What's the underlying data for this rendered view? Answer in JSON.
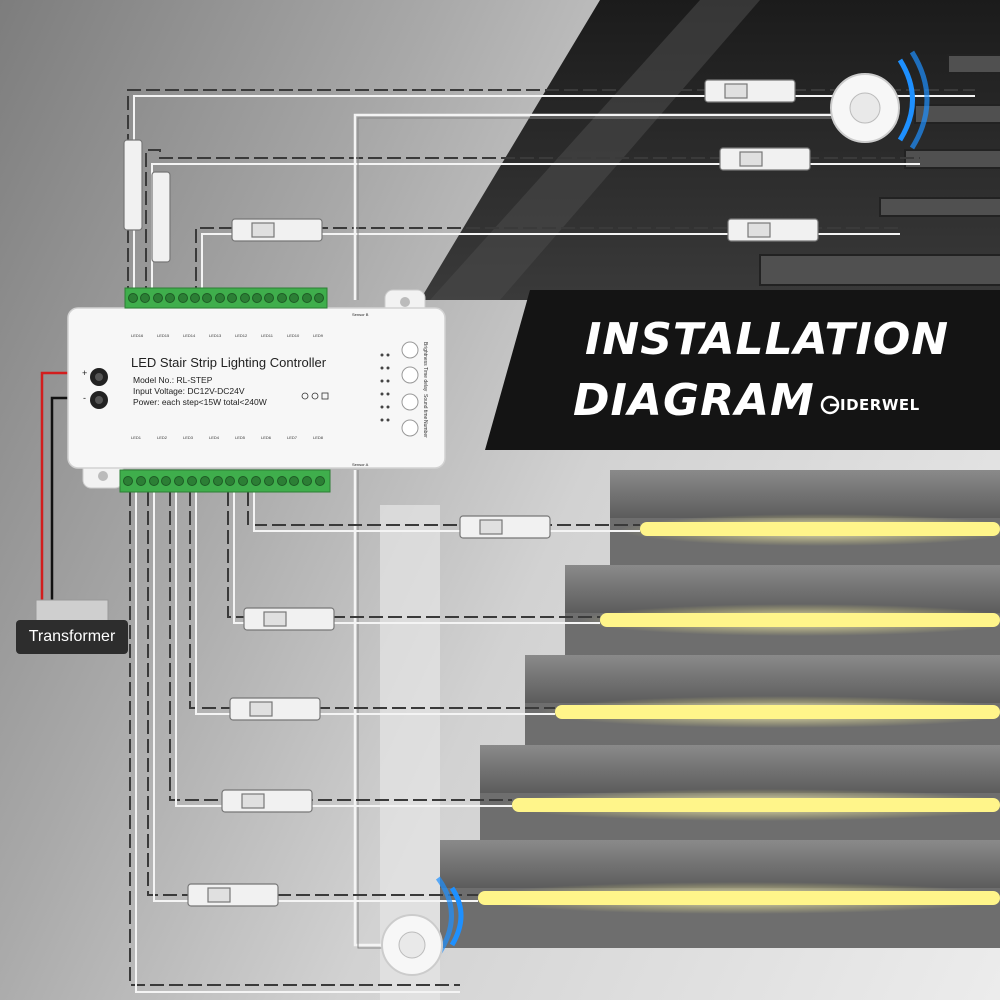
{
  "controller": {
    "title": "LED Stair Strip Lighting Controller",
    "model": "Model No.: RL-STEP",
    "voltage": "Input Voltage: DC12V-DC24V",
    "power": "Power: each step<15W    total<240W",
    "buttons": [
      "Brightness",
      "Time delay",
      "Sound time",
      "Number"
    ],
    "top_leds": [
      "LED16",
      "LED15",
      "LED14",
      "LED13",
      "LED12",
      "LED11",
      "LED10",
      "LED9"
    ],
    "bottom_leds": [
      "LED1",
      "LED2",
      "LED3",
      "LED4",
      "LED5",
      "LED6",
      "LED7",
      "LED8"
    ],
    "sensor_top": "Sensor B",
    "sensor_bottom": "Sensor A",
    "plus": "+",
    "minus": "-"
  },
  "banner": {
    "line1": "INSTALLATION",
    "line2": "DIAGRAM",
    "brand": "IDERWEL"
  },
  "transformer": {
    "label": "Transformer"
  },
  "colors": {
    "wire_dark": "#3a3a3a",
    "wire_light": "#f4f4f4",
    "led_glow": "#fff58a",
    "sensor_wave": "#1e90ff",
    "banner_bg": "#141414",
    "power_red": "#d21d1d"
  }
}
